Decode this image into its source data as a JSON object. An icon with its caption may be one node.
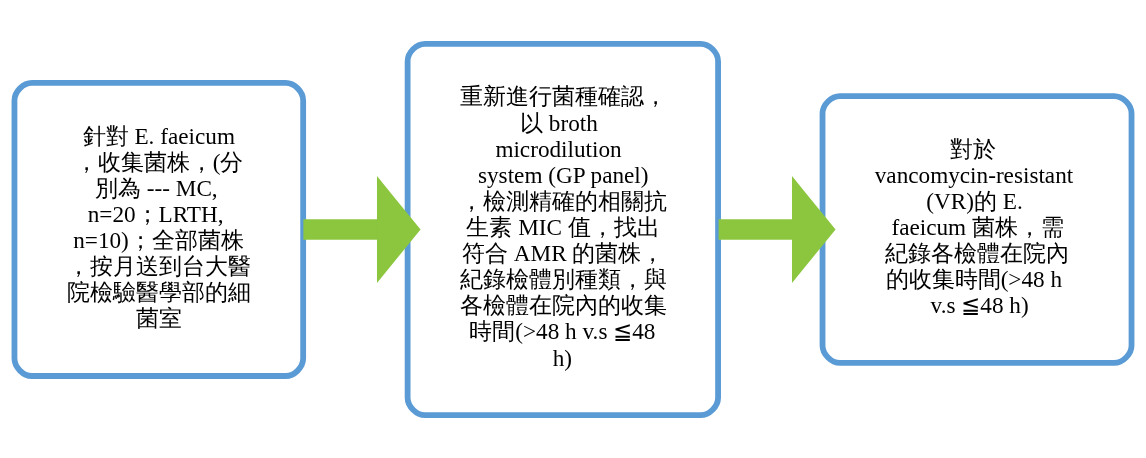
{
  "diagram": {
    "nodes": [
      {
        "text": [
          "針對 E. faeicum，收集菌株，(分別為 --- MC, n=20；LRTH, n=10)；全部菌株，按月送到台大醫院檢驗醫學部的細菌室"
        ]
      },
      {
        "text": [
          "重新進行菌種確認，以 broth microdilution system (GP panel)，檢測精確的相關抗生素 MIC 值，找出符合 AMR 的菌株，紀錄檢體別種類，與各檢體在院內的收集時間(>48 h v.s ≦48 h)"
        ]
      },
      {
        "text": [
          "對於 vancomycin-resistant (VR)的 E. faeicum 菌株，需紀錄各檢體在院內的收集時間(>48 h v.s ≦48 h)"
        ]
      }
    ],
    "edges": [
      {
        "from": 0,
        "to": 1,
        "arrow": "to"
      },
      {
        "from": 1,
        "to": 2,
        "arrow": "to"
      }
    ]
  }
}
